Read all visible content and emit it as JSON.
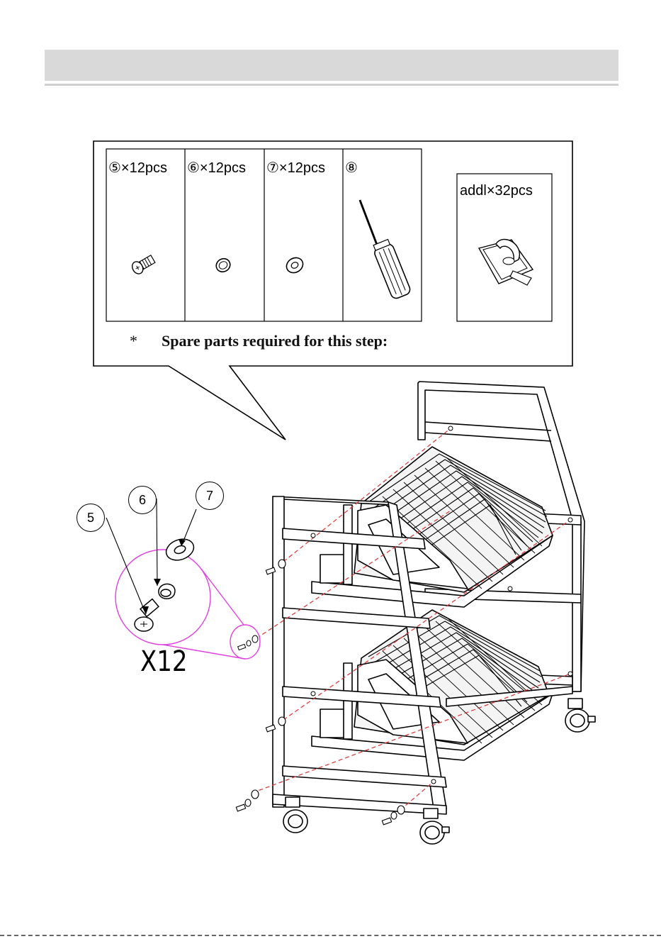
{
  "parts_box": {
    "cells": [
      {
        "label": "⑤×12pcs",
        "part": "screw"
      },
      {
        "label": "⑥×12pcs",
        "part": "spring-washer"
      },
      {
        "label": "⑦×12pcs",
        "part": "flat-washer"
      },
      {
        "label": "⑧",
        "part": "screwdriver"
      }
    ],
    "addl": {
      "label": "addl×32pcs",
      "part": "cable-clip"
    },
    "spare_title_mark": "*",
    "spare_title": "Spare parts required for this step:"
  },
  "detail": {
    "callouts": [
      "5",
      "6",
      "7"
    ],
    "quantity": "X12",
    "highlight_color": "#e040e0"
  },
  "colors": {
    "line": "#000000",
    "guide_dash": "#e03030",
    "header": "#d9d9d9"
  }
}
